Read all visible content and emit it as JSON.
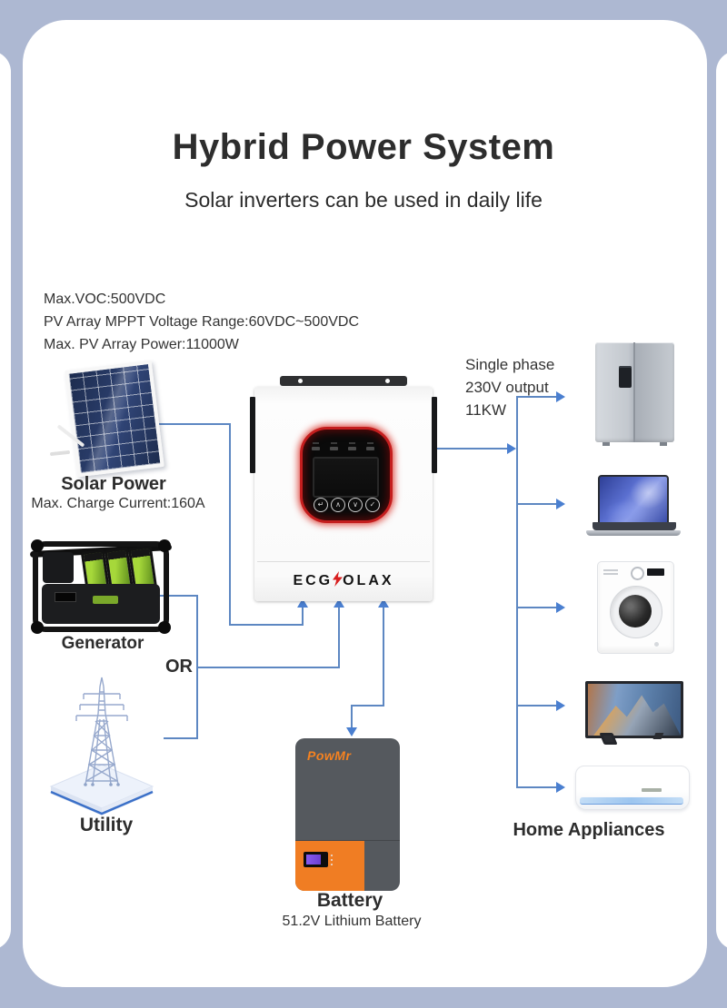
{
  "header": {
    "title": "Hybrid Power System",
    "subtitle": "Solar inverters can be used in daily life"
  },
  "pv_specs": {
    "lines": [
      "Max.VOC:500VDC",
      "PV Array MPPT Voltage Range:60VDC~500VDC",
      "Max. PV Array Power:11000W"
    ]
  },
  "solar": {
    "label": "Solar Power",
    "spec": "Max. Charge Current:160A"
  },
  "generator": {
    "label": "Generator"
  },
  "junction": {
    "or_label": "OR"
  },
  "utility": {
    "label": "Utility"
  },
  "inverter": {
    "brand_prefix": "ECG",
    "brand_suffix": "OLAX",
    "buttons": [
      "↵",
      "∧",
      "∨",
      "✓"
    ]
  },
  "output": {
    "lines": [
      "Single phase",
      "230V output",
      "11KW"
    ]
  },
  "battery": {
    "brand": "PowMr",
    "label": "Battery",
    "spec": "51.2V Lithium Battery"
  },
  "appliances": {
    "label": "Home Appliances",
    "icons": [
      "refrigerator",
      "laptop",
      "washing-machine",
      "television",
      "air-conditioner"
    ]
  },
  "colors": {
    "background": "#adb8d2",
    "card": "#ffffff",
    "connector_line": "#5d87c2",
    "arrow": "#4a7fd0",
    "display_ring_red": "#c41e1e",
    "battery_orange": "#f07d23",
    "brand_bolt_red": "#d81f1f"
  }
}
